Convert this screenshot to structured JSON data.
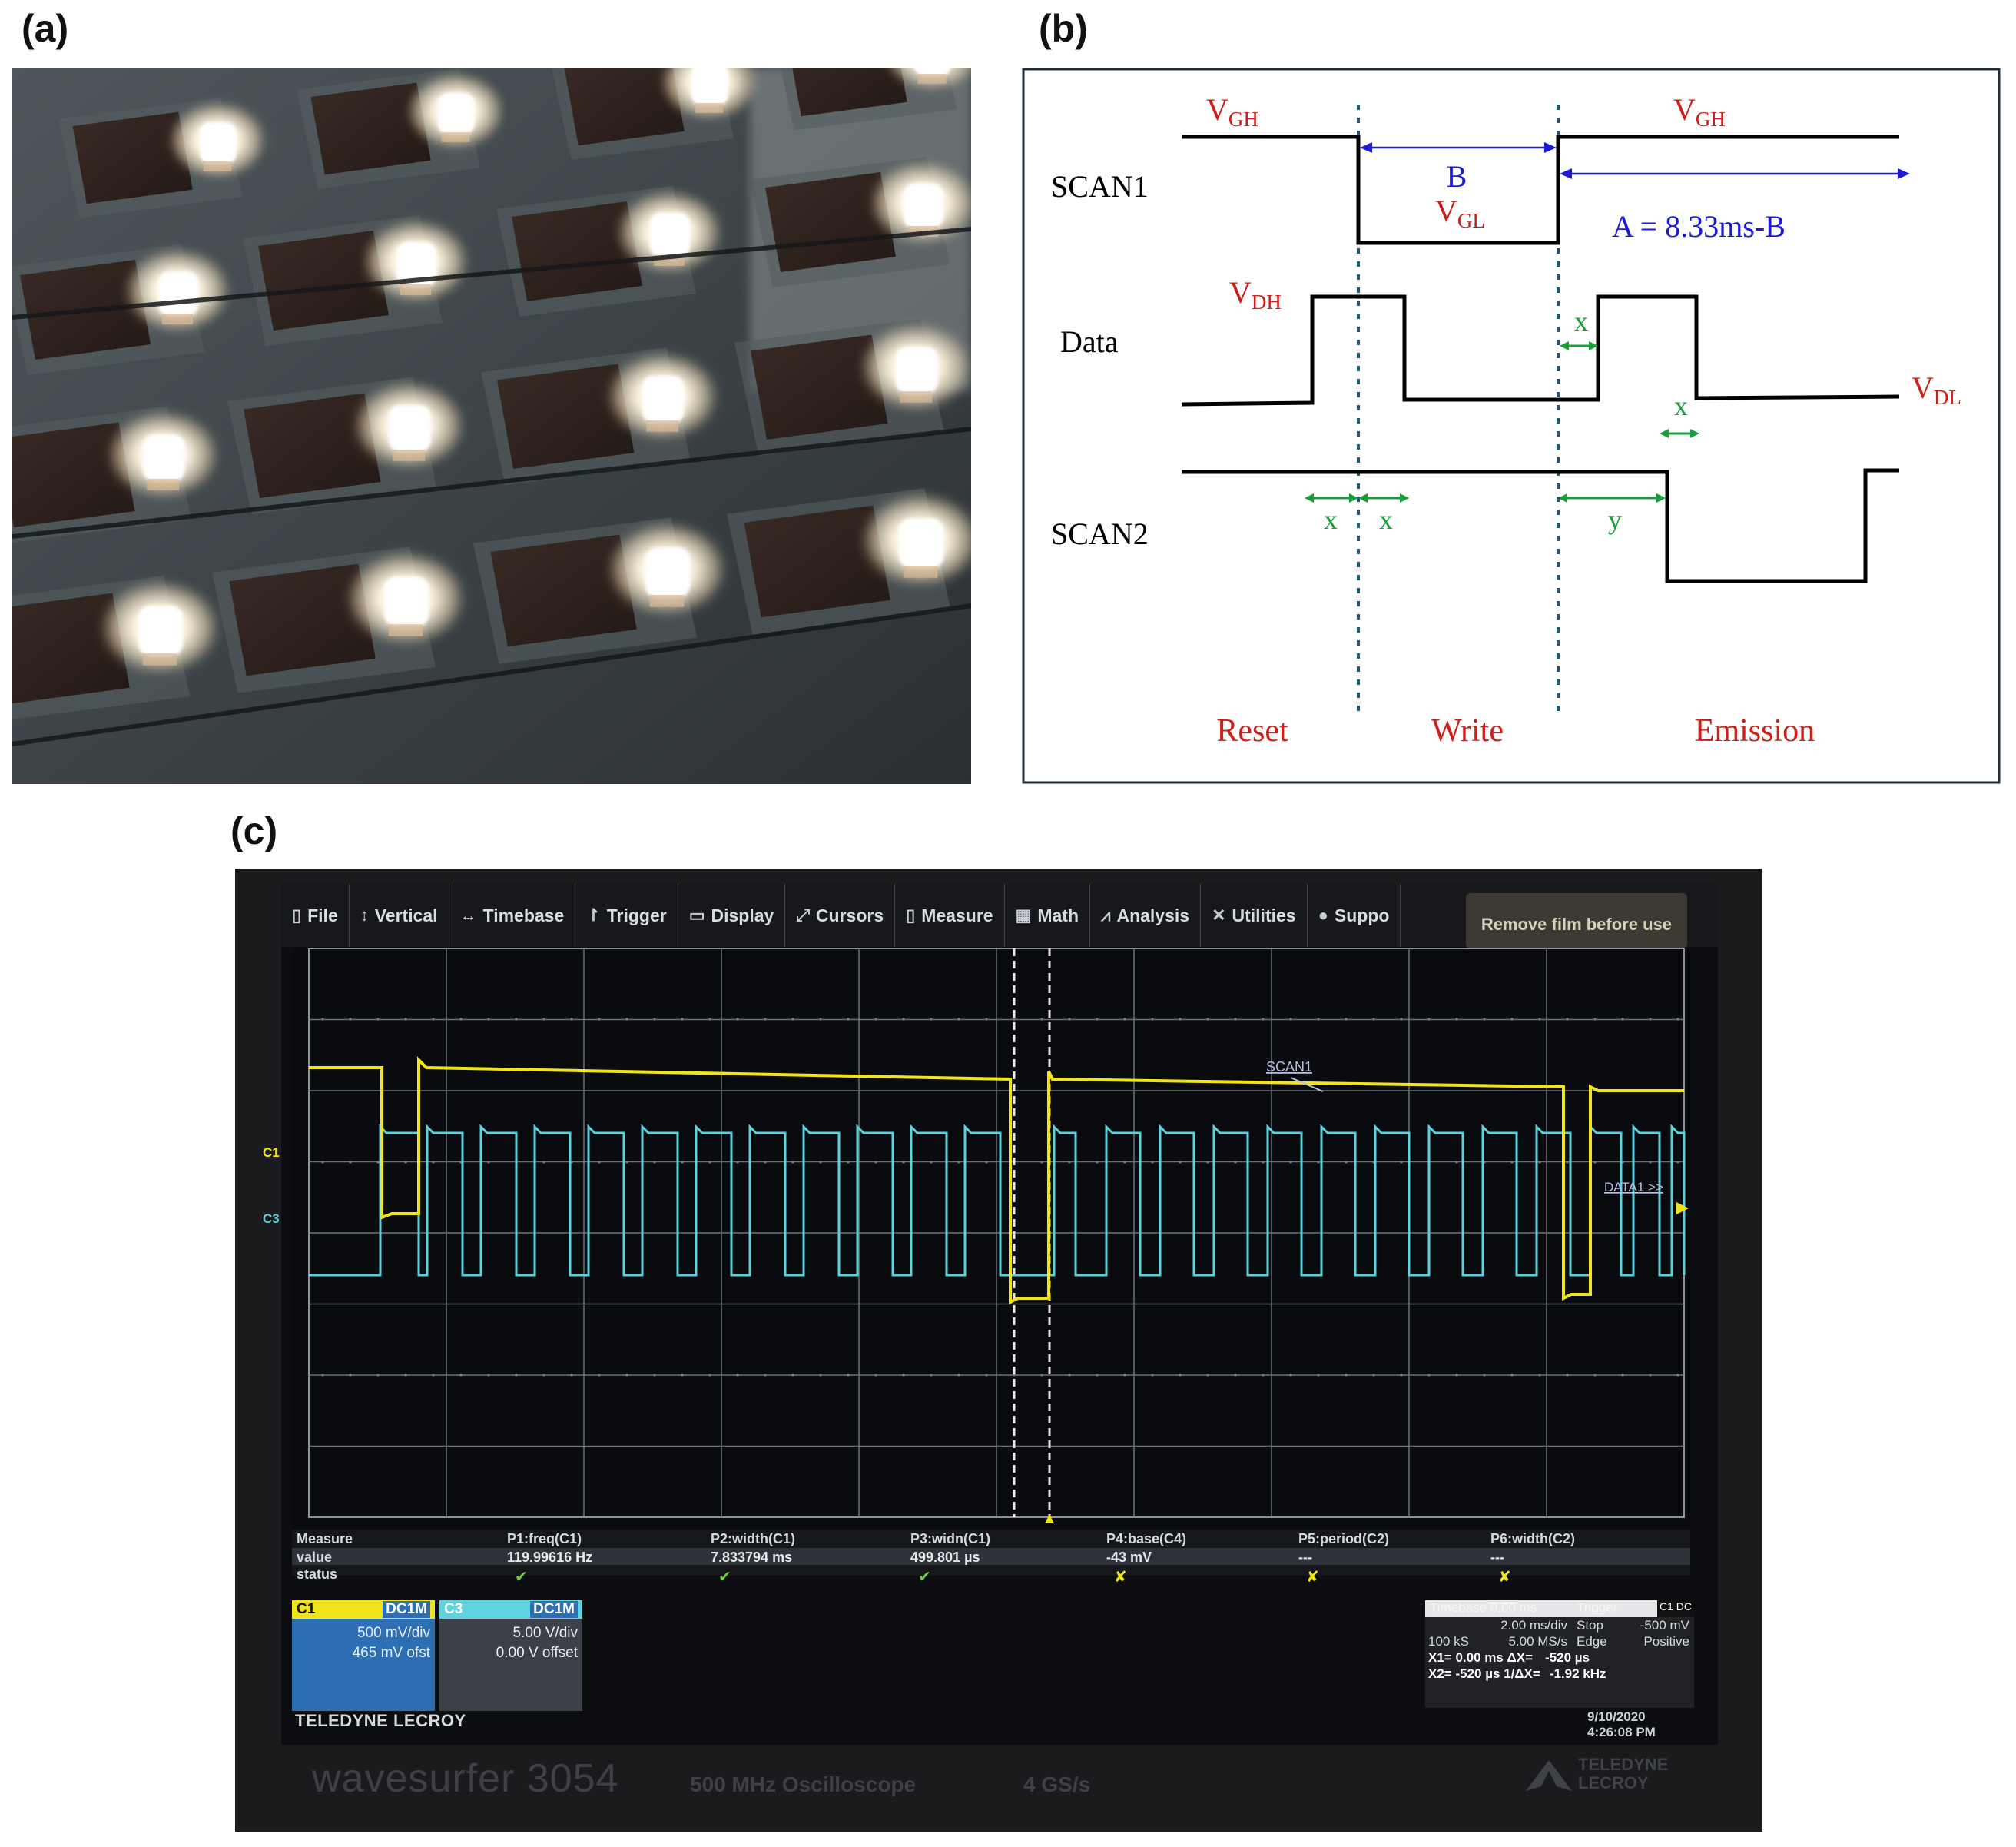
{
  "panels": {
    "a": "(a)",
    "b": "(b)",
    "c": "(c)"
  },
  "timing": {
    "rows": [
      "SCAN1",
      "Data",
      "SCAN2"
    ],
    "levels": {
      "vgh_base": "V",
      "vgh_sub": "GH",
      "vgl_base": "V",
      "vgl_sub": "GL",
      "vdh_base": "V",
      "vdh_sub": "DH",
      "vdl_base": "V",
      "vdl_sub": "DL"
    },
    "b_label": "B",
    "a_label": "A = 8.33ms-B",
    "x_label": "x",
    "y_label": "y",
    "phases": [
      "Reset",
      "Write",
      "Emission"
    ],
    "colors": {
      "red": "#cc1f1a",
      "blue": "#1b1bd6",
      "green": "#1a9e3a",
      "divider": "#1d5a73"
    }
  },
  "scope": {
    "menu": [
      {
        "icon": "file-icon",
        "glyph": "▯",
        "label": "File"
      },
      {
        "icon": "vertical-icon",
        "glyph": "↕",
        "label": "Vertical"
      },
      {
        "icon": "timebase-icon",
        "glyph": "↔",
        "label": "Timebase"
      },
      {
        "icon": "trigger-icon",
        "glyph": "↾",
        "label": "Trigger"
      },
      {
        "icon": "display-icon",
        "glyph": "▭",
        "label": "Display"
      },
      {
        "icon": "cursors-icon",
        "glyph": "⤢",
        "label": "Cursors"
      },
      {
        "icon": "measure-icon",
        "glyph": "▯",
        "label": "Measure"
      },
      {
        "icon": "math-icon",
        "glyph": "▦",
        "label": "Math"
      },
      {
        "icon": "analysis-icon",
        "glyph": "⩘",
        "label": "Analysis"
      },
      {
        "icon": "utilities-icon",
        "glyph": "✕",
        "label": "Utilities"
      },
      {
        "icon": "support-icon",
        "glyph": "●",
        "label": "Suppo"
      }
    ],
    "film_note": "Remove film before use",
    "trace_labels": {
      "c1": "C1",
      "c3": "C3",
      "scan1": "SCAN1",
      "data": "DATA1 >>"
    },
    "measure": {
      "row_labels": [
        "Measure",
        "value",
        "status"
      ],
      "columns": [
        {
          "param": "P1:freq(C1)",
          "value": "119.99616 Hz",
          "status": "✔"
        },
        {
          "param": "P2:width(C1)",
          "value": "7.833794 ms",
          "status": "✔"
        },
        {
          "param": "P3:widn(C1)",
          "value": "499.801 µs",
          "status": "✔"
        },
        {
          "param": "P4:base(C4)",
          "value": "-43 mV",
          "status": "✘"
        },
        {
          "param": "P5:period(C2)",
          "value": "---",
          "status": "✘"
        },
        {
          "param": "P6:width(C2)",
          "value": "---",
          "status": "✘"
        }
      ]
    },
    "channels": [
      {
        "name": "C1",
        "coupling": "DC1M",
        "scale": "500 mV/div",
        "offset": "465 mV ofst",
        "color": "#f0e51c",
        "body": "#2c6fb3"
      },
      {
        "name": "C3",
        "coupling": "DC1M",
        "scale": "5.00 V/div",
        "offset": "0.00 V offset",
        "color": "#5fd3de",
        "body": "#3c4048"
      }
    ],
    "timebase": {
      "title": "Timebase 0.00 ms",
      "trigger_title": "Trigger",
      "trigger_tags": "C1 DC",
      "div": "2.00 ms/div",
      "samples": "100 kS",
      "rate": "5.00 MS/s",
      "mode": "Stop",
      "level": "-500 mV",
      "type": "Edge",
      "slope": "Positive",
      "x1": "X1= 0.00 ms ΔX=",
      "dx": "-520 µs",
      "x2": "X2= -520 µs 1/ΔX=",
      "inv": "-1.92 kHz",
      "timestamp": "9/10/2020 4:26:08 PM"
    },
    "brand": "TELEDYNE LECROY",
    "model": "wavesurfer 3054",
    "spec": "500 MHz Oscilloscope",
    "rate_spec": "4 GS/s",
    "logo_text": [
      "TELEDYNE",
      "LECROY"
    ],
    "trace_colors": {
      "c1": "#f2e41c",
      "c3": "#58d2dc"
    }
  }
}
